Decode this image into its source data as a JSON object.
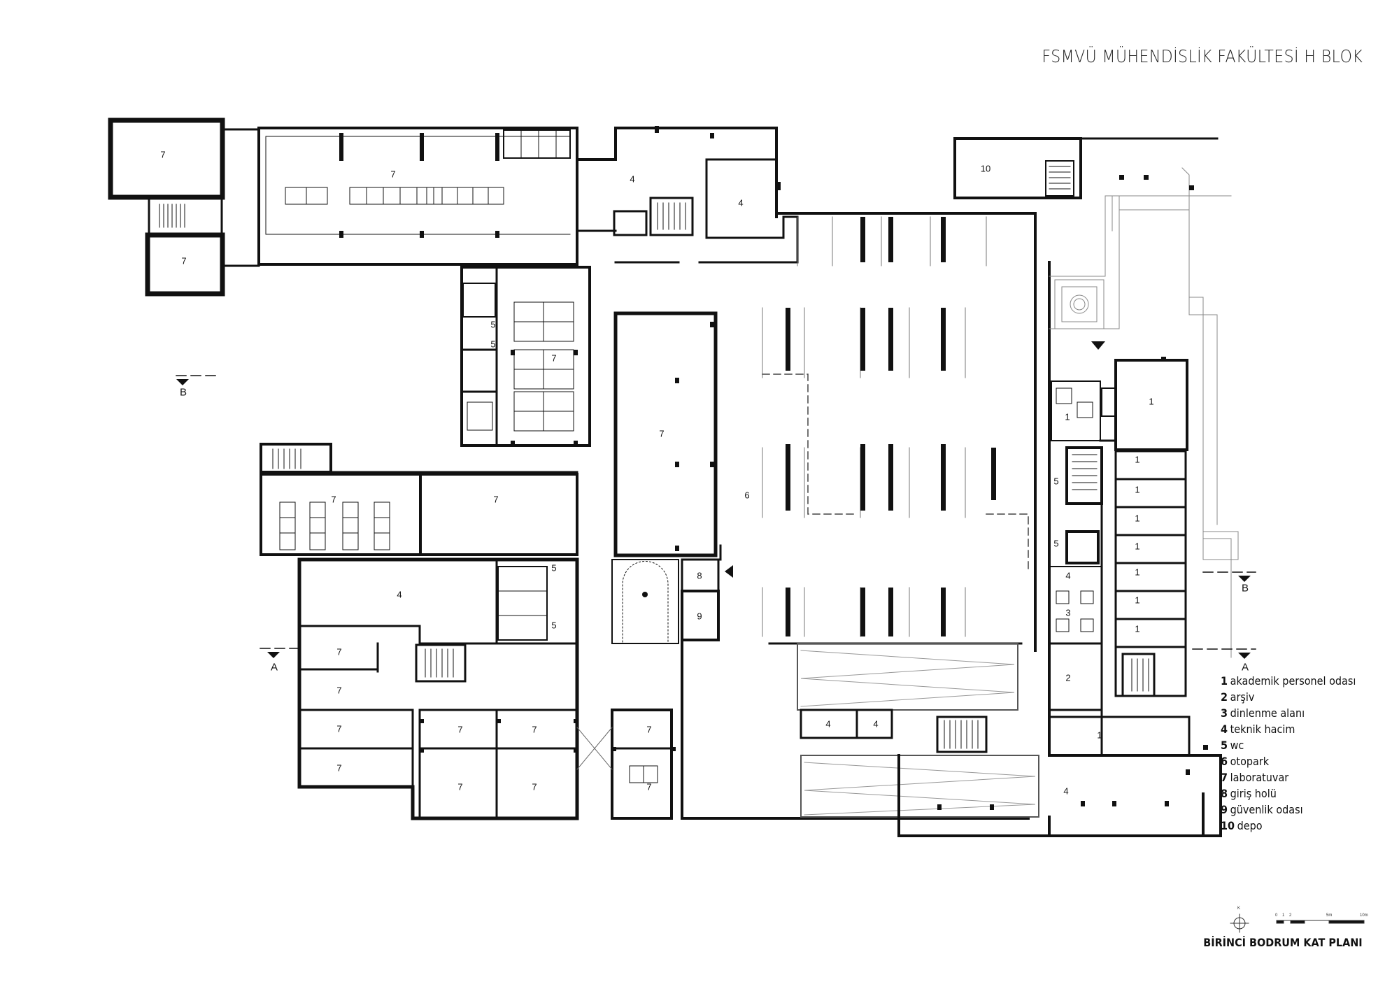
{
  "title": "FSMVÜ MÜHENDİSLİK FAKÜLTESİ H BLOK",
  "subtitle": "BİRİNCİ BODRUM KAT PLANI",
  "legend": [
    {
      "num": "1",
      "label": "akademik personel odası"
    },
    {
      "num": "2",
      "label": "arşiv"
    },
    {
      "num": "3",
      "label": "dinlenme alanı"
    },
    {
      "num": "4",
      "label": "teknik hacim"
    },
    {
      "num": "5",
      "label": "wc"
    },
    {
      "num": "6",
      "label": "otopark"
    },
    {
      "num": "7",
      "label": "laboratuvar"
    },
    {
      "num": "8",
      "label": "giriş holü"
    },
    {
      "num": "9",
      "label": "güvenlik odası"
    },
    {
      "num": "10",
      "label": "depo"
    }
  ],
  "rooms": [
    "7",
    "7",
    "7",
    "4",
    "4",
    "10",
    "5",
    "5",
    "7",
    "7",
    "7",
    "7",
    "6",
    "4",
    "5",
    "5",
    "8",
    "9",
    "7",
    "7",
    "7",
    "7",
    "7",
    "7",
    "7",
    "7",
    "7",
    "7",
    "4",
    "4",
    "4",
    "1",
    "1",
    "1",
    "1",
    "1",
    "1",
    "1",
    "1",
    "1",
    "5",
    "5",
    "4",
    "3",
    "2",
    "1"
  ],
  "sections": {
    "b": "B",
    "a": "A"
  },
  "north": "K",
  "scale": [
    "0",
    "1",
    "2",
    "5m",
    "10m"
  ]
}
